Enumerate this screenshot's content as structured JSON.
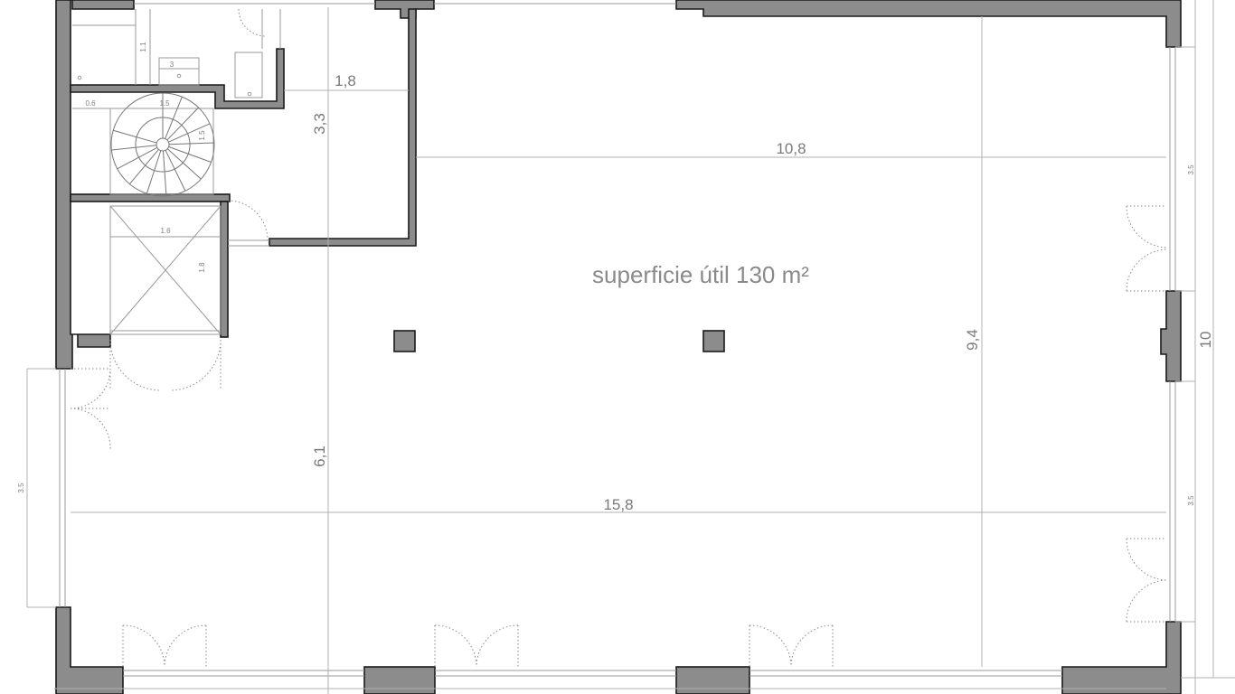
{
  "plan": {
    "surface_label": "superficie útil 130 m²",
    "dimensions": {
      "width_top": "10,8",
      "width_bottom": "15,8",
      "height_right": "9,4",
      "height_left": "6,1",
      "upper_width": "1,8",
      "upper_height": "3,3",
      "total_height": "10",
      "window_right_top": "3.5",
      "window_right_bottom": "3.5",
      "window_left": "3.5"
    },
    "service_core": {
      "kitchen_depth": "1.1",
      "kitchen_width": "3",
      "stair_landing": "0.6",
      "stair_width": "1.5",
      "stair_side": "1.5",
      "lift_width": "1.6",
      "lift_depth": "1.8"
    }
  }
}
